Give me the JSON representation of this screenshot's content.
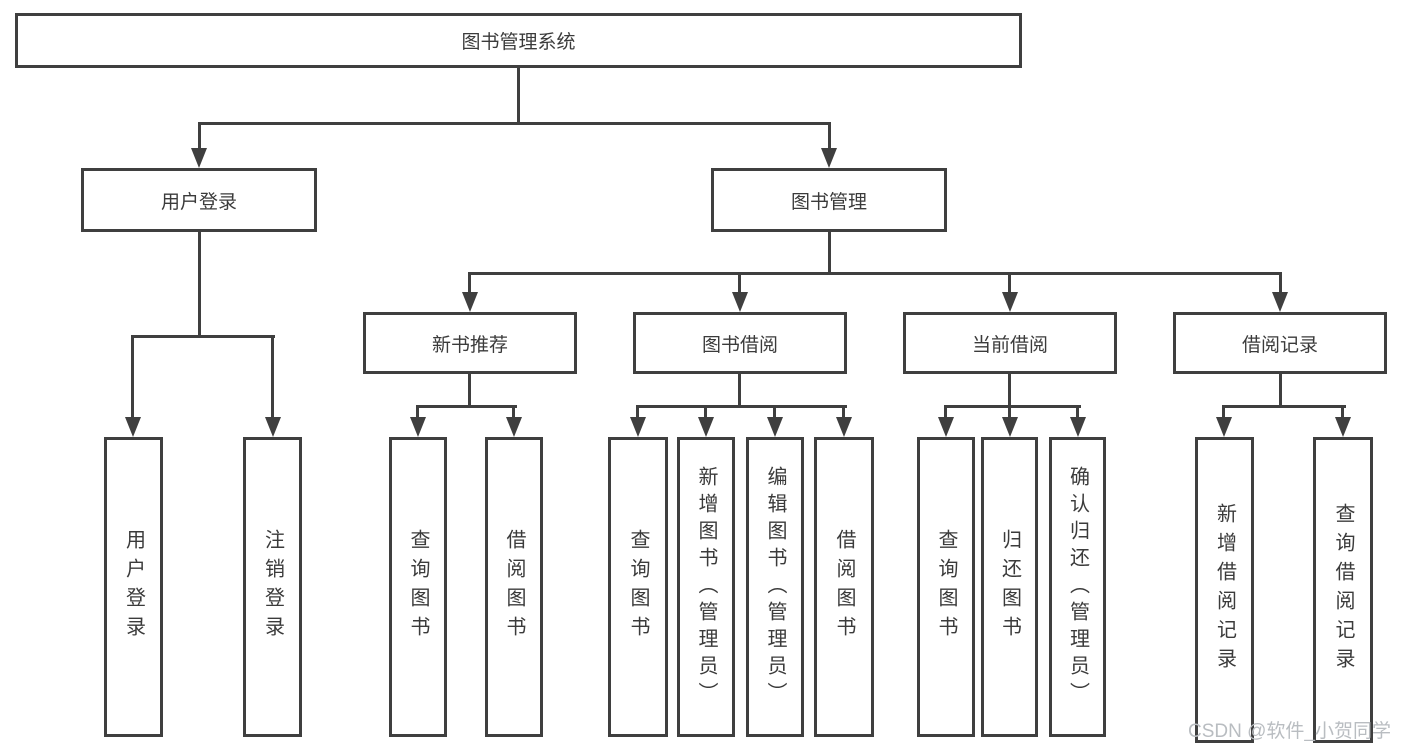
{
  "diagram": {
    "title": "图书管理系统",
    "watermark": "CSDN @软件_小贺同学",
    "colors": {
      "line": "#3f3f3f",
      "text": "#3b3b3b",
      "background": "#ffffff",
      "watermark": "#b9bdc1"
    },
    "nodes": {
      "root": {
        "label": "图书管理系统"
      },
      "userLogin": {
        "label": "用户登录"
      },
      "bookMgmt": {
        "label": "图书管理"
      },
      "newBookRec": {
        "label": "新书推荐"
      },
      "bookBorrow": {
        "label": "图书借阅"
      },
      "currentBorrow": {
        "label": "当前借阅"
      },
      "borrowRecords": {
        "label": "借阅记录"
      }
    },
    "leaves": {
      "userLogin": {
        "label": "用户登录"
      },
      "logout": {
        "label": "注销登录"
      },
      "queryBook1": {
        "label": "查询图书"
      },
      "borrowBook1": {
        "label": "借阅图书"
      },
      "queryBook2": {
        "label": "查询图书"
      },
      "addBook": {
        "label": "新增图书（管理员）"
      },
      "editBook": {
        "label": "编辑图书（管理员）"
      },
      "borrowBook2": {
        "label": "借阅图书"
      },
      "queryBook3": {
        "label": "查询图书"
      },
      "returnBook": {
        "label": "归还图书"
      },
      "confirmReturn": {
        "label": "确认归还（管理员）"
      },
      "addRecord": {
        "label": "新增借阅记录"
      },
      "queryRecord": {
        "label": "查询借阅记录"
      }
    },
    "edges": [
      {
        "from": "图书管理系统",
        "to": [
          "用户登录",
          "图书管理"
        ]
      },
      {
        "from": "用户登录",
        "to": [
          "用户登录",
          "注销登录"
        ]
      },
      {
        "from": "图书管理",
        "to": [
          "新书推荐",
          "图书借阅",
          "当前借阅",
          "借阅记录"
        ]
      },
      {
        "from": "新书推荐",
        "to": [
          "查询图书",
          "借阅图书"
        ]
      },
      {
        "from": "图书借阅",
        "to": [
          "查询图书",
          "新增图书（管理员）",
          "编辑图书（管理员）",
          "借阅图书"
        ]
      },
      {
        "from": "当前借阅",
        "to": [
          "查询图书",
          "归还图书",
          "确认归还（管理员）"
        ]
      },
      {
        "from": "借阅记录",
        "to": [
          "新增借阅记录",
          "查询借阅记录"
        ]
      }
    ]
  }
}
